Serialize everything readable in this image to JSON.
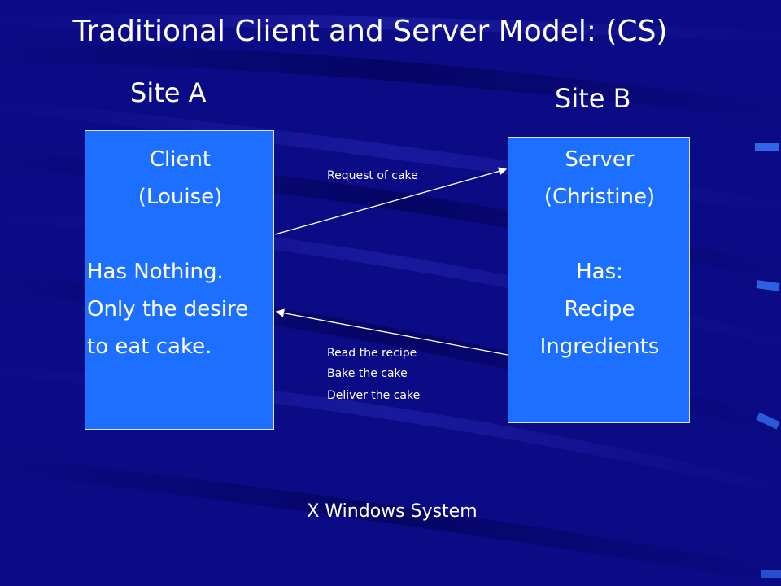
{
  "title": "Traditional Client and Server Model: (CS)",
  "site_a": "Site A",
  "site_b": "Site B",
  "client_box": {
    "lines": [
      "Client",
      "(Louise)",
      "Has Nothing.",
      "Only the desire",
      "to eat cake."
    ]
  },
  "server_box": {
    "lines": [
      "Server",
      "(Christine)",
      "Has:",
      "Recipe",
      "Ingredients"
    ]
  },
  "request_label": "Request of cake",
  "response_labels": [
    "Read the recipe",
    "Bake the cake",
    "Deliver the cake"
  ],
  "footer": "X Windows System",
  "colors": {
    "background": "#0b0b86",
    "box_fill": "#1c6fff",
    "text": "#ffffff"
  }
}
